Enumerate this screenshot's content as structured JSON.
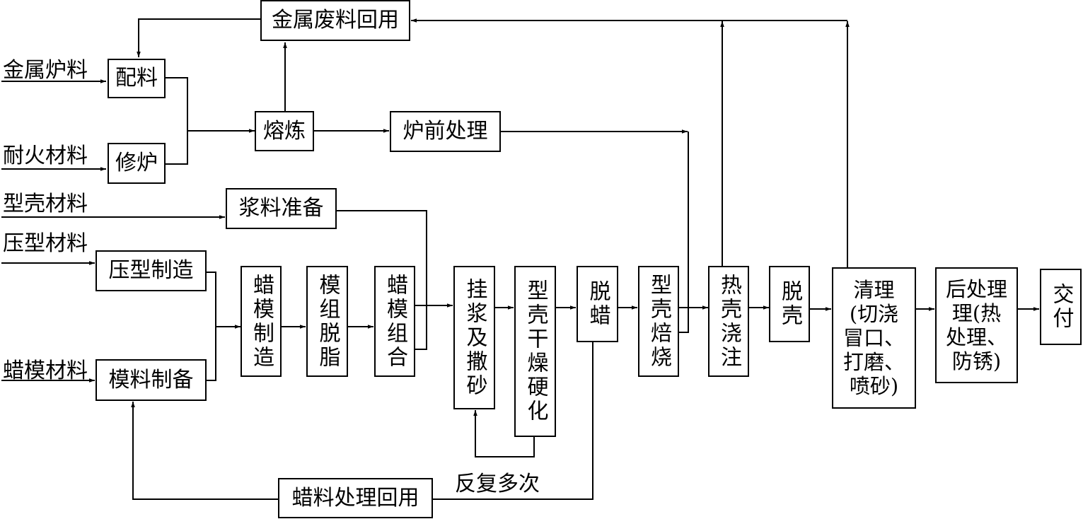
{
  "inputs": {
    "metal_charge": "金属炉料",
    "refractory": "耐火材料",
    "shell_material": "型壳材料",
    "die_material": "压型材料",
    "wax_material": "蜡模材料"
  },
  "boxes": {
    "metal_scrap_reuse": "金属废料回用",
    "batching": "配料",
    "furnace_repair": "修炉",
    "melting": "熔炼",
    "pre_furnace_treatment": "炉前处理",
    "slurry_prep": "浆料准备",
    "die_making": "压型制造",
    "pattern_material_prep": "模料制备",
    "wax_pattern_making": "蜡模制造",
    "cluster_degreasing": "模组脱脂",
    "wax_pattern_assembly": "蜡模组合",
    "slurry_coating_sanding": "挂浆及撒砂",
    "shell_drying_hardening": "型壳干燥硬化",
    "dewaxing": "脱蜡",
    "shell_roasting": "型壳焙烧",
    "hot_shell_pouring": "热壳浇注",
    "shell_removal": "脱壳",
    "cleaning": "清理\n(切浇\n冒口、\n打磨、\n喷砂)",
    "post_treatment": "后处理\n理(热\n处理、\n防锈)",
    "delivery": "交付",
    "wax_recovery": "蜡料处理回用"
  },
  "annotations": {
    "repeat": "反复多次"
  }
}
